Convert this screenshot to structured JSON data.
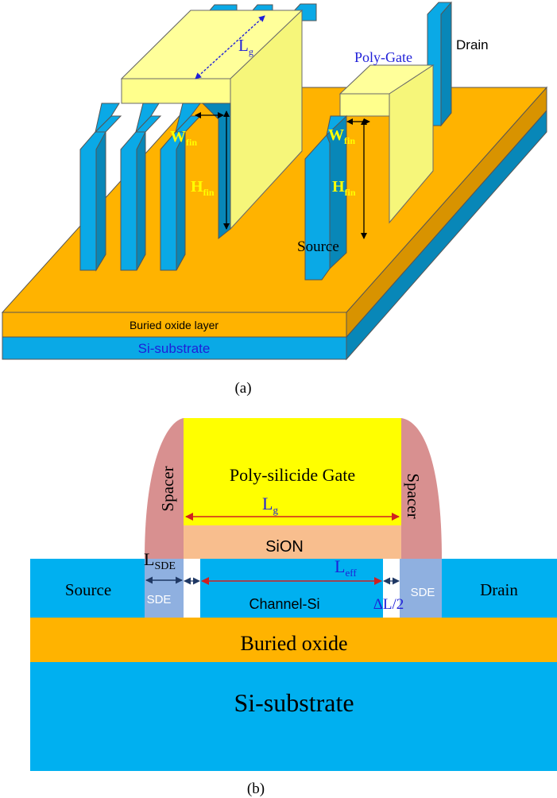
{
  "colors": {
    "fin_blue": "#0AA9E6",
    "fin_blue_dark": "#0887B8",
    "gate_yellow": "#FFFF8C",
    "gate_yellow_side": "#F6F67A",
    "oxide_orange": "#FFB300",
    "oxide_orange_dark": "#D89300",
    "gate_b": "#FFFF00",
    "spacer": "#D89090",
    "sion": "#F8BE8E",
    "sde": "#8FB0E0",
    "substrate_b": "#00B0F0",
    "label_blue": "#1F1FD8",
    "label_yellow": "#FFFF00",
    "arrow_red": "#D02020",
    "arrow_navy": "#1F3864"
  },
  "fig_a": {
    "caption": "(a)",
    "labels": {
      "lg_main": "L",
      "lg_sub": "g",
      "poly_gate": "Poly-Gate",
      "drain": "Drain",
      "wfin_main": "W",
      "wfin_sub": "fin",
      "hfin_main": "H",
      "hfin_sub": "fin",
      "source": "Source",
      "buried_oxide_layer": "Buried oxide layer",
      "si_substrate": "Si-substrate"
    }
  },
  "fig_b": {
    "caption": "(b)",
    "labels": {
      "gate": "Poly-silicide  Gate",
      "spacer_left": "Spacer",
      "spacer_right": "Spacer",
      "lg_main": "L",
      "lg_sub": "g",
      "sion": "SiON",
      "lsde_main": "L",
      "lsde_sub": "SDE",
      "leff_main": "L",
      "leff_sub": "eff",
      "source": "Source",
      "sde_left": "SDE",
      "channel": "Channel-Si",
      "delta_l": "ΔL/2",
      "sde_right": "SDE",
      "drain": "Drain",
      "buried_oxide": "Buried oxide",
      "si_substrate": "Si-substrate"
    }
  }
}
